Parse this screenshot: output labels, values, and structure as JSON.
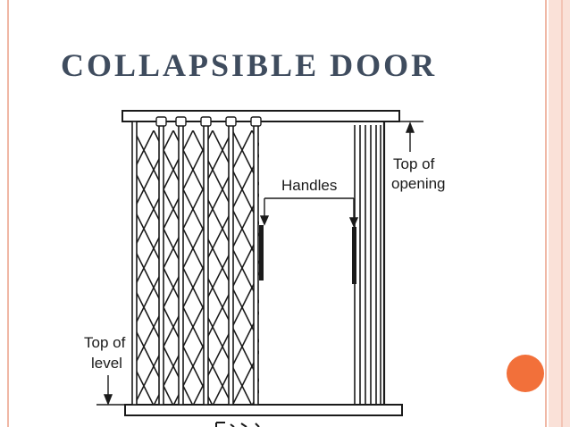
{
  "slide": {
    "title": "COLLAPSIBLE DOOR"
  },
  "diagram": {
    "labels": {
      "handles": "Handles",
      "top_of_opening_line1": "Top of",
      "top_of_opening_line2": "opening",
      "top_of_level_line1": "Top of",
      "top_of_level_line2": "level"
    },
    "colors": {
      "ink": "#1a1a1a",
      "title": "#3f4c5e",
      "accent": "#f2703a",
      "rule": "#f0b8a6",
      "band": "#fae1d8"
    }
  }
}
